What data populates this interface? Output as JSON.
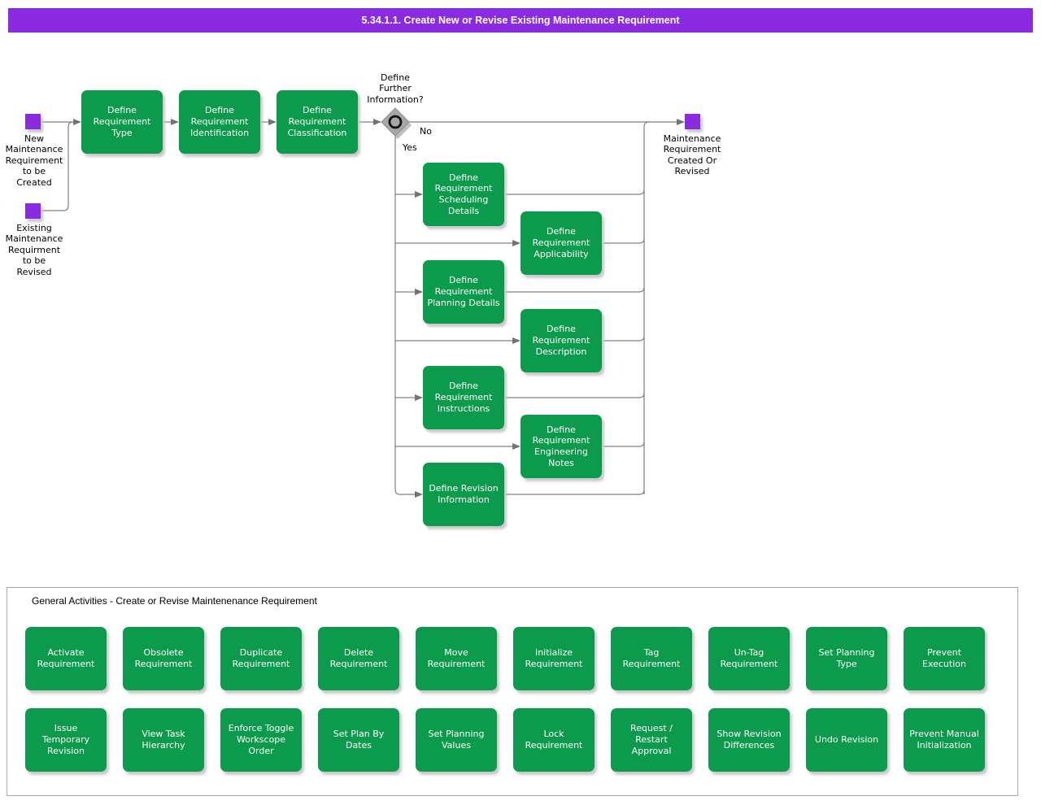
{
  "title_bar": {
    "label": "5.34.1.1. Create New or Revise Existing Maintenance Requirement"
  },
  "colors": {
    "accent_purple": "#8A2BE2",
    "activity_green": "#0C9B4C",
    "connector_gray": "#808080"
  },
  "flow": {
    "events": [
      {
        "id": "new-maintenance-requirement",
        "label": "New\nMaintenance\nRequirement\nto be\nCreated"
      },
      {
        "id": "existing-maintenance-requirement",
        "label": "Existing\nMaintenance\nRequirment\nto be\nRevised"
      },
      {
        "id": "maintenance-requirement-created",
        "label": "Maintenance\nRequirement\nCreated Or\nRevised"
      }
    ],
    "decision": {
      "label": "Define\nFurther\nInformation?",
      "branch_no": "No",
      "branch_yes": "Yes"
    },
    "tasks": [
      {
        "label": "Define\nRequirement\nType"
      },
      {
        "label": "Define\nRequirement\nIdentification"
      },
      {
        "label": "Define\nRequirement\nClassification"
      },
      {
        "label": "Define\nRequirement\nScheduling\nDetails"
      },
      {
        "label": "Define\nRequirement\nApplicability"
      },
      {
        "label": "Define\nRequirement\nPlanning Details"
      },
      {
        "label": "Define\nRequirement\nDescription"
      },
      {
        "label": "Define\nRequirement\nInstructions"
      },
      {
        "label": "Define\nRequirement\nEngineering\nNotes"
      },
      {
        "label": "Define Revision\nInformation"
      }
    ]
  },
  "general_activities": {
    "header": "General Activities - Create or Revise Maintenenance Requirement",
    "row1": [
      {
        "label": "Activate\nRequirement"
      },
      {
        "label": "Obsolete\nRequirement"
      },
      {
        "label": "Duplicate\nRequirement"
      },
      {
        "label": "Delete\nRequirement"
      },
      {
        "label": "Move\nRequirement"
      },
      {
        "label": "Initialize\nRequirement"
      },
      {
        "label": "Tag\nRequirement"
      },
      {
        "label": "Un-Tag\nRequirement"
      },
      {
        "label": "Set Planning\nType"
      },
      {
        "label": "Prevent\nExecution"
      }
    ],
    "row2": [
      {
        "label": "Issue\nTemporary\nRevision"
      },
      {
        "label": "View Task\nHierarchy"
      },
      {
        "label": "Enforce Toggle\nWorkscope\nOrder"
      },
      {
        "label": "Set Plan By\nDates"
      },
      {
        "label": "Set Planning\nValues"
      },
      {
        "label": "Lock\nRequirement"
      },
      {
        "label": "Request /\nRestart\nApproval"
      },
      {
        "label": "Show Revision\nDifferences"
      },
      {
        "label": "Undo Revision"
      },
      {
        "label": "Prevent Manual\nInitialization"
      }
    ]
  }
}
